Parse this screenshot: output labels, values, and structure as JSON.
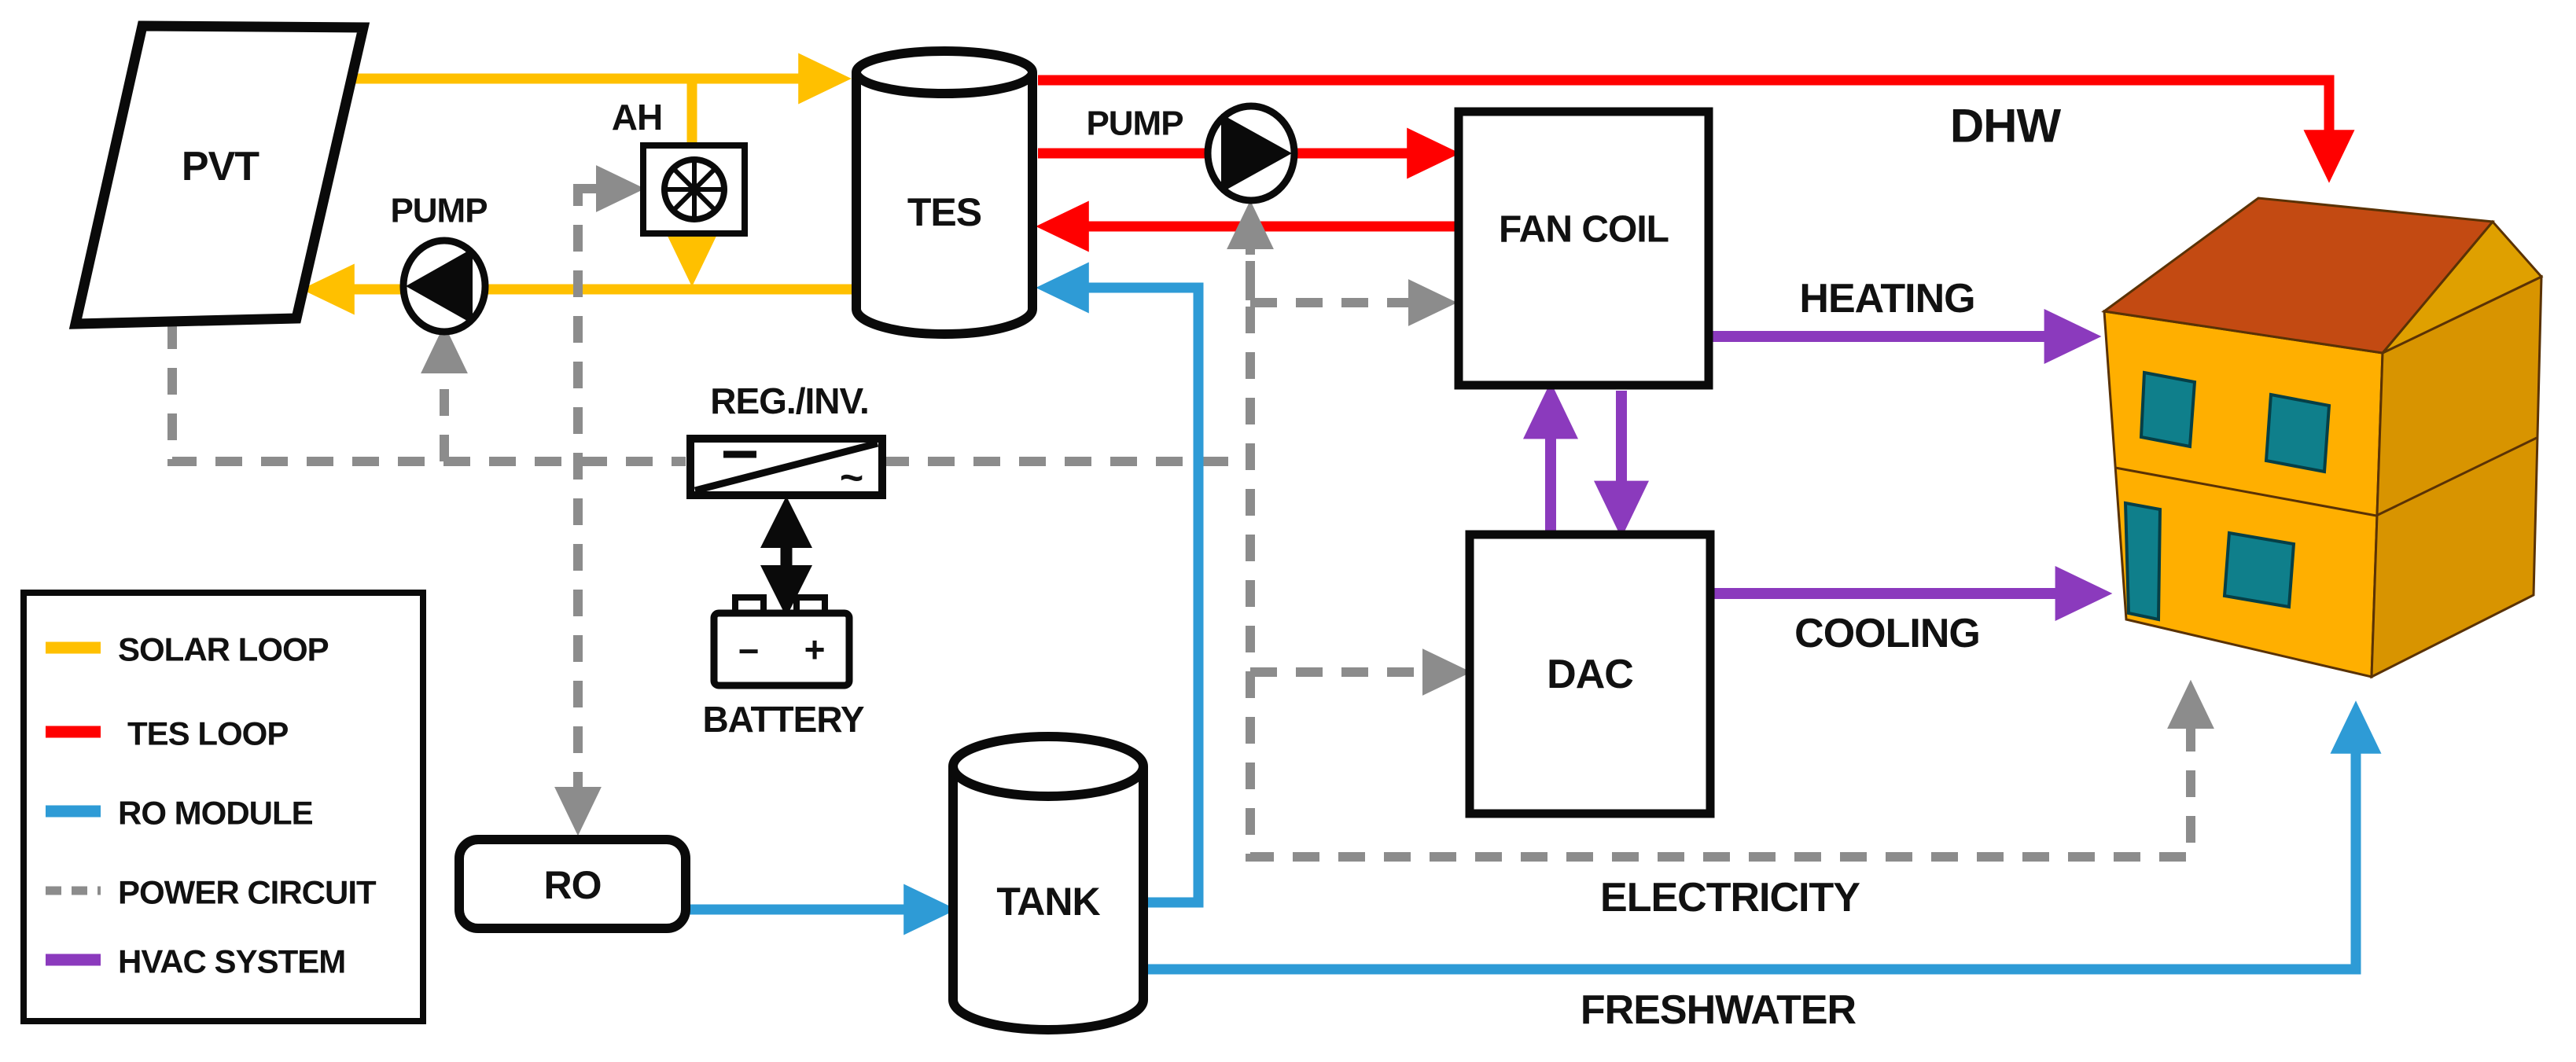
{
  "labels": {
    "pvt": "PVT",
    "pump_solar": "PUMP",
    "pump_tes": "PUMP",
    "ah": "AH",
    "tes": "TES",
    "reg_inv": "REG./INV.",
    "reg_inv_dc": "—",
    "reg_inv_ac": "~",
    "battery": "BATTERY",
    "battery_minus": "−",
    "battery_plus": "+",
    "ro": "RO",
    "tank": "TANK",
    "fan_coil": "FAN COIL",
    "dac": "DAC",
    "dhw": "DHW",
    "heating": "HEATING",
    "cooling": "COOLING",
    "electricity": "ELECTRICITY",
    "freshwater": "FRESHWATER"
  },
  "legend": {
    "items": [
      {
        "label": "SOLAR LOOP",
        "color": "#FFC000",
        "style": "solid"
      },
      {
        "label": "TES LOOP",
        "color": "#FF0000",
        "style": "solid"
      },
      {
        "label": "RO MODULE",
        "color": "#2E9BD6",
        "style": "solid"
      },
      {
        "label": "POWER CIRCUIT",
        "color": "#8C8C8C",
        "style": "dashed"
      },
      {
        "label": "HVAC SYSTEM",
        "color": "#8B3ABD",
        "style": "solid"
      }
    ]
  },
  "colors": {
    "solar_loop": "#FFC000",
    "tes_loop": "#FF0000",
    "ro_module": "#2E9BD6",
    "power_circuit": "#8C8C8C",
    "hvac_system": "#8B3ABD",
    "outline": "#0A0A0A",
    "house_wall": "#FFAF00",
    "house_wall_side": "#D89400",
    "house_roof": "#C34A12",
    "house_gable": "#DFA000",
    "window": "#0F7F8B"
  }
}
